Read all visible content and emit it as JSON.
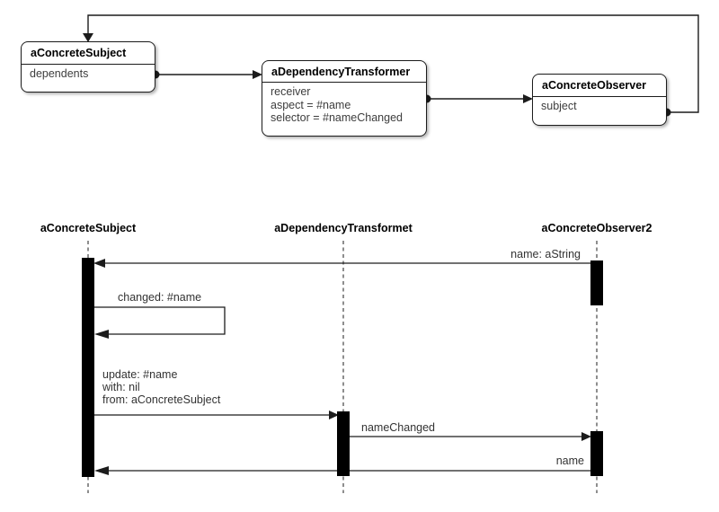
{
  "object_diagram": {
    "subject_box": {
      "title": "aConcreteSubject",
      "attributes": [
        "dependents"
      ]
    },
    "transformer_box": {
      "title": "aDependencyTransformer",
      "attributes": [
        "receiver",
        "aspect = #name",
        "selector = #nameChanged"
      ]
    },
    "observer_box": {
      "title": "aConcreteObserver",
      "attributes": [
        "subject"
      ]
    }
  },
  "sequence_diagram": {
    "lifelines": [
      "aConcreteSubject",
      "aDependencyTransformet",
      "aConcreteObserver2"
    ],
    "messages": {
      "name_astring": "name: aString",
      "changed": "changed: #name",
      "update_lines": [
        "update: #name",
        "with: nil",
        "from: aConcreteSubject"
      ],
      "name_changed": "nameChanged",
      "name_return": "name"
    }
  },
  "colors": {
    "line": "#1c1c1c",
    "lifeline": "#444444",
    "activation_fill": "#000000",
    "attribute_text": "#3d3d3d",
    "background": "#ffffff"
  }
}
